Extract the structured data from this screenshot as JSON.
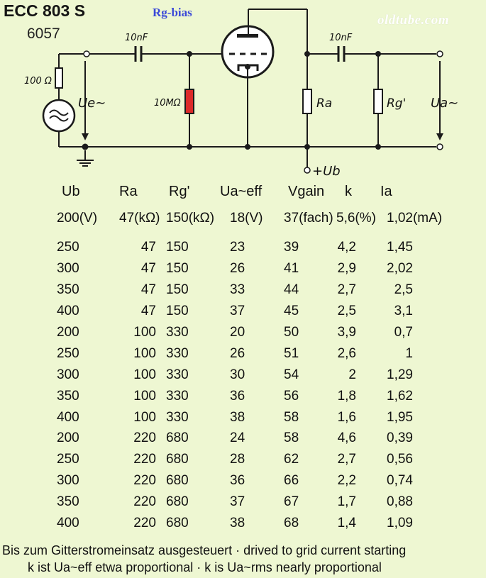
{
  "title": "ECC 803 S",
  "subtitle": "6057",
  "rg_bias_label": "Rg-bias",
  "watermark": "oldtube.com",
  "schematic": {
    "cap_in_label": "10nF",
    "cap_out_label": "10nF",
    "source_res_label": "100 Ω",
    "grid_res_label": "10MΩ",
    "input_voltage_label": "Ue~",
    "anode_res_label": "Ra",
    "load_res_label": "Rg'",
    "output_voltage_label": "Ua~",
    "supply_label": "+Ub",
    "colors": {
      "grid_resistor": "#dc2a2a",
      "line": "#1b1b1b"
    }
  },
  "table": {
    "headers": [
      "Ub",
      "Ra",
      "Rg'",
      "Ua~eff",
      "Vgain",
      "k",
      "Ia"
    ],
    "unit_row": [
      "200(V)",
      "47(kΩ)",
      "150(kΩ)",
      "18(V)",
      "37(fach)",
      "5,6(%)",
      "1,02(mA)"
    ],
    "groups": [
      [
        [
          "250",
          "47",
          "150",
          "23",
          "39",
          "4,2",
          "1,45"
        ],
        [
          "300",
          "47",
          "150",
          "26",
          "41",
          "2,9",
          "2,02"
        ],
        [
          "350",
          "47",
          "150",
          "33",
          "44",
          "2,7",
          "2,5"
        ],
        [
          "400",
          "47",
          "150",
          "37",
          "45",
          "2,5",
          "3,1"
        ]
      ],
      [
        [
          "200",
          "100",
          "330",
          "20",
          "50",
          "3,9",
          "0,7"
        ],
        [
          "250",
          "100",
          "330",
          "26",
          "51",
          "2,6",
          "1"
        ],
        [
          "300",
          "100",
          "330",
          "30",
          "54",
          "2",
          "1,29"
        ],
        [
          "350",
          "100",
          "330",
          "36",
          "56",
          "1,8",
          "1,62"
        ],
        [
          "400",
          "100",
          "330",
          "38",
          "58",
          "1,6",
          "1,95"
        ]
      ],
      [
        [
          "200",
          "220",
          "680",
          "24",
          "58",
          "4,6",
          "0,39"
        ],
        [
          "250",
          "220",
          "680",
          "28",
          "62",
          "2,7",
          "0,56"
        ],
        [
          "300",
          "220",
          "680",
          "36",
          "66",
          "2,2",
          "0,74"
        ],
        [
          "350",
          "220",
          "680",
          "37",
          "67",
          "1,7",
          "0,88"
        ],
        [
          "400",
          "220",
          "680",
          "38",
          "68",
          "1,4",
          "1,09"
        ]
      ]
    ]
  },
  "footer": {
    "line1": "Bis zum Gitterstromeinsatz ausgesteuert · drived to grid current starting",
    "line2": "k ist Ua~eff etwa proportional · k is Ua~rms nearly proportional"
  }
}
